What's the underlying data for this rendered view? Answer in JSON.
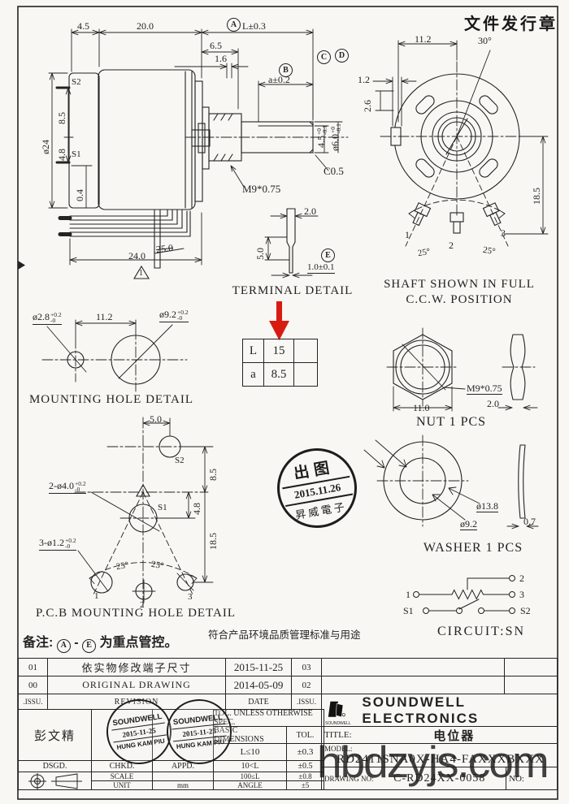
{
  "page": {
    "release_stamp": "文件发行章",
    "watermark": "hbdzyjs.com"
  },
  "side_view": {
    "dim_plate": "4.5",
    "dim_body": "20.0",
    "callout_a": "A",
    "dim_shaft_len": "L±0.3",
    "dim_bushing": "6.5",
    "dim_washer": "1.6",
    "callout_b": "B",
    "dim_flat": "a±0.2",
    "callout_c": "C",
    "dim_flat_h": "4.5",
    "dim_flat_h_tol_hi": "+0",
    "dim_flat_h_tol_lo": "-0.1",
    "callout_d": "D",
    "dim_shaft_dia": "ø6.0",
    "dim_shaft_dia_tol_hi": "+0",
    "dim_shaft_dia_tol_lo": "-0.1",
    "dim_body_dia": "ø24",
    "dim_s2_offset": "8.5",
    "dim_s1_offset": "4.8",
    "dim_lug": "0.4",
    "label_s2": "S2",
    "label_s1": "S1",
    "thread": "M9*0.75",
    "chamfer": "C0.5",
    "dim_lead": "24.0",
    "dim_lead_old": "25.0",
    "rev_mark": "1"
  },
  "front_view": {
    "caption_1": "SHAFT SHOWN IN FULL",
    "caption_2": "C.C.W. POSITION",
    "dim_boss": "11.2",
    "dim_slot_angle": "30°",
    "dim_key_w": "1.2",
    "dim_key_h": "2.6",
    "dim_terminal": "18.5",
    "terminal_1": "1",
    "terminal_2": "2",
    "terminal_3": "3",
    "angle_left": "25°",
    "angle_right": "25°"
  },
  "terminal_detail": {
    "caption": "TERMINAL DETAIL",
    "dim_width": "2.0",
    "dim_len": "5.0",
    "callout_e": "E",
    "dim_tip": "1.0±0.1"
  },
  "spec_table": {
    "rows": [
      {
        "k": "L",
        "v": "15"
      },
      {
        "k": "a",
        "v": "8.5"
      }
    ]
  },
  "mounting_hole": {
    "caption": "MOUNTING HOLE DETAIL",
    "dim_small": "ø2.8",
    "dim_small_tol_hi": "+0.2",
    "dim_small_tol_lo": "-0",
    "dim_pitch": "11.2",
    "dim_large": "ø9.2",
    "dim_large_tol_hi": "+0.2",
    "dim_large_tol_lo": "-0"
  },
  "nut": {
    "caption": "NUT 1 PCS",
    "thread": "M9*0.75",
    "dim_flats": "11.0",
    "dim_thick": "2.0"
  },
  "pcb_detail": {
    "caption": "P.C.B MOUNTING HOLE DETAIL",
    "dim_s2_x": "5.0",
    "label_s2": "S2",
    "dim_s2_y": "8.5",
    "holes_large": "2-ø4.0",
    "holes_large_tol_hi": "+0.2",
    "holes_large_tol_lo": "-0",
    "label_s1": "S1",
    "dim_s1_y": "4.8",
    "dim_term_y": "18.5",
    "holes_small": "3-ø1.2",
    "holes_small_tol_hi": "+0.2",
    "holes_small_tol_lo": "-0",
    "angle_left": "25°",
    "angle_right": "25°",
    "terminal_1": "1",
    "terminal_2": "2",
    "terminal_3": "3"
  },
  "release_date_stamp": {
    "line_1": "出图",
    "line_2": "2015.11.26",
    "line_3": "昇威電子"
  },
  "washer": {
    "caption": "WASHER 1 PCS",
    "dim_od": "ø13.8",
    "dim_id": "ø9.2",
    "dim_thick": "0.7"
  },
  "circuit": {
    "caption": "CIRCUIT:SN",
    "terminal_1": "1",
    "terminal_2": "2",
    "terminal_3": "3",
    "label_s1": "S1",
    "label_s2": "S2"
  },
  "notes": {
    "prefix": "备注:",
    "from": "A",
    "dash": "-",
    "to": "E",
    "suffix": "为重点管控。",
    "sub": "符合产品环境品质管理标准与用途"
  },
  "title_block": {
    "revisions": [
      {
        "no": "01",
        "desc": "依实物修改端子尺寸",
        "date": "2015-11-25",
        "issu": "03"
      },
      {
        "no": "00",
        "desc": "ORIGINAL DRAWING",
        "date": "2014-05-09",
        "issu": "02"
      }
    ],
    "col_issu": ".ISSU.",
    "col_revision": "REVISION",
    "col_date": "DATE",
    "col_issu2": ".ISSU.",
    "signer": "彭文精",
    "approval_stamp": {
      "line_1": "SOUNDWELL",
      "line_2": "2015-11-25",
      "line_3": "HUNG KAM PIU"
    },
    "dsgd": "DSGD.",
    "chkd": "CHKD.",
    "appd": "APPD.",
    "scale_label": "SCALE",
    "unit_label": "UNIT",
    "unit_value": "mm",
    "tol_header": "TOL. UNLESS OTHERWISE SPEC.",
    "basic_dim": "BASIC DIMENSIONS",
    "tol_col": "TOL.",
    "tol_rows": [
      {
        "range": "L≤10",
        "tol": "±0.3"
      },
      {
        "range": "10<L",
        "tol": "±0.5"
      },
      {
        "range": "100≤L",
        "tol": "±0.8"
      },
      {
        "range": "ANGLE",
        "tol": "±5"
      }
    ],
    "logo_text": "SOUNDWELL",
    "company": "SOUNDWELL ELECTRONICS",
    "title_label": "TITLE:",
    "title_value": "电位器",
    "model_label": "MODEL:",
    "model_value": "RD2411SNA0X-HA4-FAXXXBXXX",
    "drawing_label": "DRAWING NO:",
    "drawing_value": "C-RD24XX-0058",
    "ratio_label": "NO:"
  }
}
